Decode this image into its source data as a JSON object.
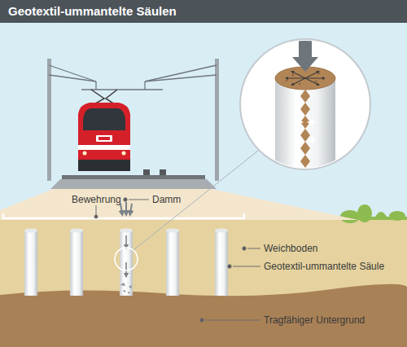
{
  "diagram": {
    "title": "Geotextil-ummantelte Säulen",
    "labels": [
      "Bewehrung",
      "Damm",
      "Weichboden",
      "Geotextil-ummantelte Säule",
      "Tragfähiger Untergrund"
    ]
  }
}
